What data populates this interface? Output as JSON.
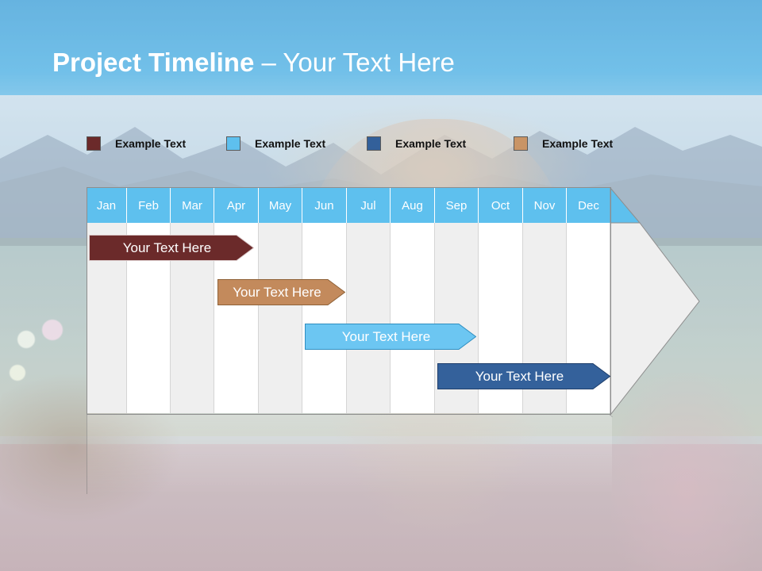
{
  "title": {
    "bold": "Project Timeline",
    "rest": " – Your Text Here"
  },
  "legend": [
    {
      "label": "Example Text",
      "color": "#6b2a2a"
    },
    {
      "label": "Example Text",
      "color": "#5ec0ee"
    },
    {
      "label": "Example Text",
      "color": "#33609a"
    },
    {
      "label": "Example Text",
      "color": "#c99465"
    }
  ],
  "months": [
    "Jan",
    "Feb",
    "Mar",
    "Apr",
    "May",
    "Jun",
    "Jul",
    "Aug",
    "Sep",
    "Oct",
    "Nov",
    "Dec"
  ],
  "tasks": [
    {
      "label": "Your  Text Here",
      "color": "#6b2a2a",
      "border": "#d9c8c8",
      "start_month": "Jan",
      "end_month": "Apr"
    },
    {
      "label": "Your  Text Here",
      "color": "#c38a5c",
      "border": "#8f6238",
      "start_month": "Apr",
      "end_month": "Jun"
    },
    {
      "label": "Your  Text Here",
      "color": "#6cc6f2",
      "border": "#2f8ec0",
      "start_month": "Jun",
      "end_month": "Sep"
    },
    {
      "label": "Your  Text Here",
      "color": "#34619b",
      "border": "#1f3f6c",
      "start_month": "Sep",
      "end_month": "Dec"
    }
  ]
}
